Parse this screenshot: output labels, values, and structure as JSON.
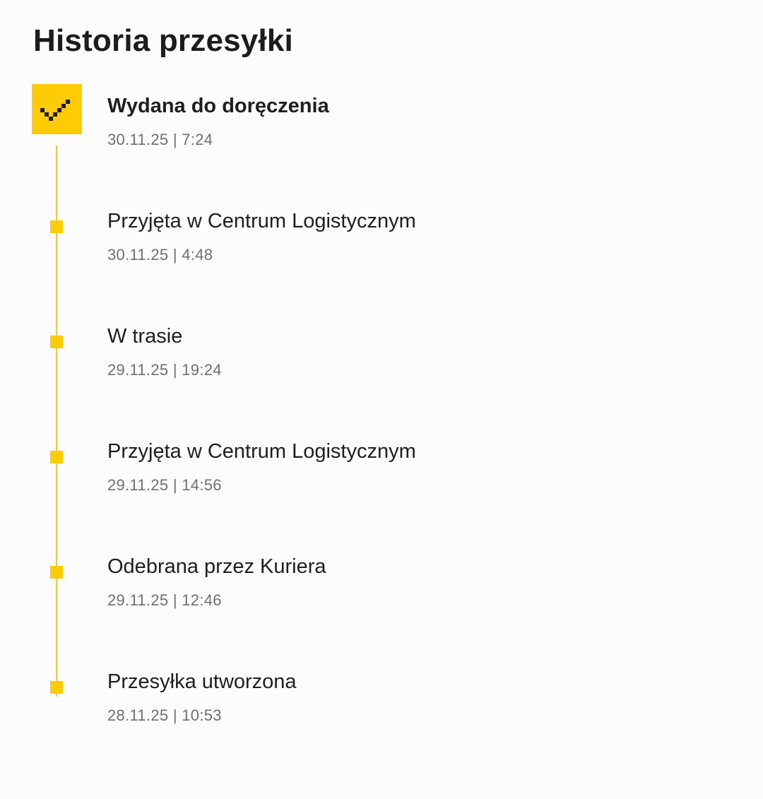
{
  "page": {
    "title": "Historia przesyłki"
  },
  "colors": {
    "accent": "#ffcb05",
    "text": "#1e1e1e",
    "muted": "#6f6f6f"
  },
  "events": [
    {
      "title": "Wydana do doręczenia",
      "datetime": "30.11.25 | 7:24",
      "current": true,
      "icon": "check-icon"
    },
    {
      "title": "Przyjęta w Centrum Logistycznym",
      "datetime": "30.11.25 | 4:48",
      "current": false
    },
    {
      "title": "W trasie",
      "datetime": "29.11.25 | 19:24",
      "current": false
    },
    {
      "title": "Przyjęta w Centrum Logistycznym",
      "datetime": "29.11.25 | 14:56",
      "current": false
    },
    {
      "title": "Odebrana przez Kuriera",
      "datetime": "29.11.25 | 12:46",
      "current": false
    },
    {
      "title": "Przesyłka utworzona",
      "datetime": "28.11.25 | 10:53",
      "current": false
    }
  ]
}
